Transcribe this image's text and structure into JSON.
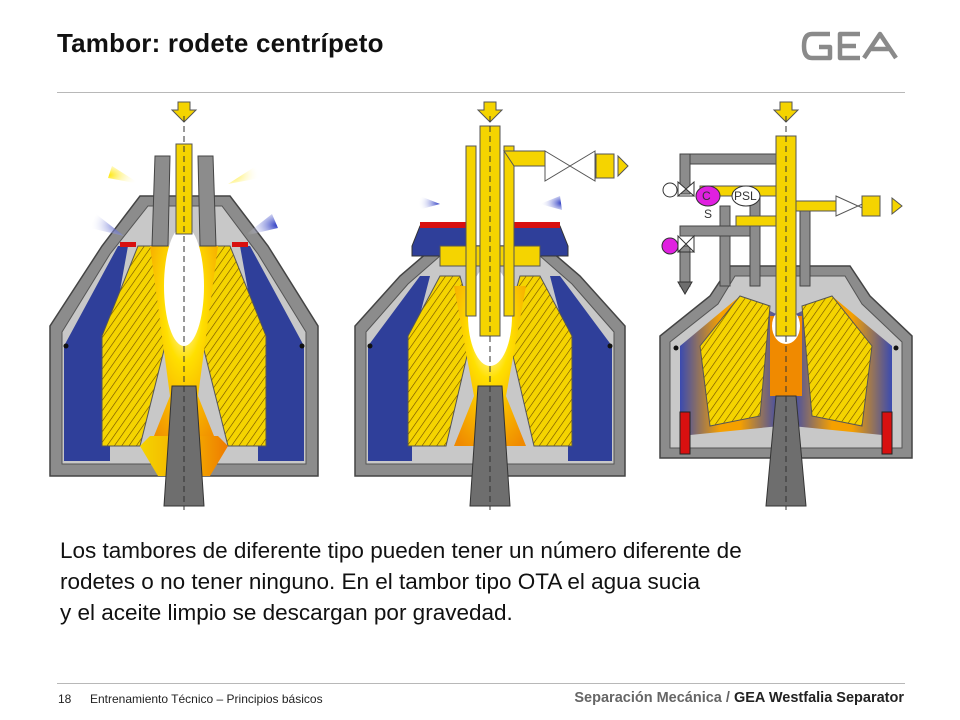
{
  "slide": {
    "title": "Tambor: rodete centrípeto",
    "logo_text": "GEA",
    "body_lines": [
      "Los tambores de diferente tipo pueden tener un número diferente de",
      "rodetes o no tener ninguno. En el tambor tipo OTA el agua sucia",
      "y el aceite limpio se descargan por gravedad."
    ]
  },
  "diagram": {
    "labels": {
      "valve_c": "C",
      "valve_s": "S",
      "psl": "PSL"
    }
  },
  "footer": {
    "page_number": "18",
    "left_text": "Entrenamiento Técnico – Principios básicos",
    "right_text": "Separación Mecánica / ",
    "brand": "GEA Westfalia Separator"
  },
  "colors": {
    "steel_gray": "#8c8c8c",
    "dark_gray": "#5a5a5a",
    "light_gray": "#c8c8c8",
    "bowl_blue": "#2f3f9a",
    "liquid_yellow": "#f5d400",
    "liquid_orange": "#f08a00",
    "seal_red": "#d81010",
    "sensor_magenta": "#e020e0"
  }
}
